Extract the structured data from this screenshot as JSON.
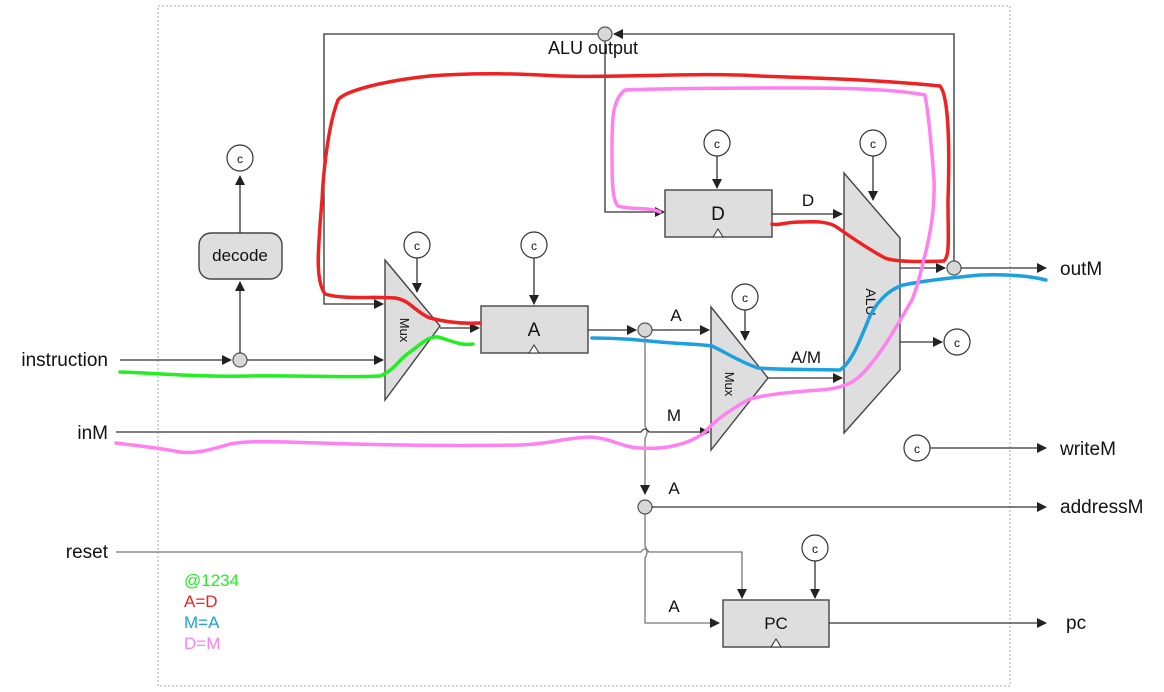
{
  "diagram": {
    "title_label": "ALU output",
    "inputs": {
      "instruction": "instruction",
      "inM": "inM",
      "reset": "reset"
    },
    "outputs": {
      "outM": "outM",
      "writeM": "writeM",
      "addressM": "addressM",
      "pc": "pc"
    },
    "components": {
      "decode": "decode",
      "mux1": "Mux",
      "a_register": "A",
      "d_register": "D",
      "mux2": "Mux",
      "alu": "ALU",
      "pc": "PC"
    },
    "wire_labels": {
      "a_out": "A",
      "d_out": "D",
      "am": "A/M",
      "m_in": "M",
      "a_address": "A",
      "a_pc": "A"
    },
    "control_label": "c",
    "legend": [
      {
        "text": "@1234",
        "color": "#22ee22"
      },
      {
        "text": "A=D",
        "color": "#ee2222"
      },
      {
        "text": "M=A",
        "color": "#1ca0e0"
      },
      {
        "text": "D=M",
        "color": "#ff80f0"
      }
    ]
  }
}
